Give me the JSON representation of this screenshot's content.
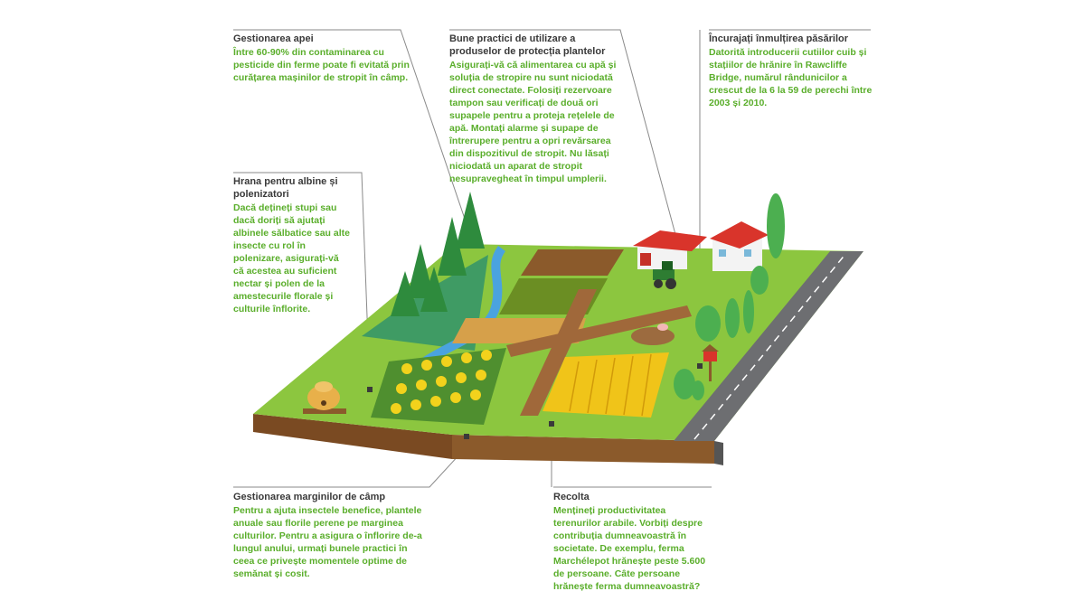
{
  "callouts": {
    "water": {
      "title": "Gestionarea apei",
      "text": "Între 60-90% din contaminarea cu pesticide din ferme poate fi evitată prin curățarea mașinilor de stropit în câmp."
    },
    "practices": {
      "title": "Bune practici de utilizare a produselor de protecția plantelor",
      "text": "Asigurați-vă că alimentarea cu apă și soluția de stropire nu sunt niciodată direct conectate. Folosiți rezervoare tampon sau verificați de două ori supapele pentru a proteja rețelele de apă. Montați alarme și supape de întrerupere pentru a opri revărsarea din dispozitivul de stropit. Nu lăsați niciodată un aparat de stropit nesupravegheat în timpul umplerii."
    },
    "birds": {
      "title": "Încurajați înmulțirea păsărilor",
      "text": "Datorită introducerii cutiilor cuib și stațiilor de hrănire în Rawcliffe Bridge, numărul rândunicilor a crescut de la 6 la 59 de perechi între 2003 și 2010."
    },
    "bees": {
      "title": "Hrana pentru albine și polenizatori",
      "text": "Dacă dețineți stupi sau dacă doriți să ajutați albinele sălbatice sau alte insecte cu rol în polenizare, asigurați-vă că acestea au suficient nectar și polen de la amestecurile florale și culturile înflorite."
    },
    "margins": {
      "title": "Gestionarea marginilor de câmp",
      "text": "Pentru a ajuta insectele benefice, plantele anuale sau florile perene pe marginea culturilor. Pentru a asigura o înflorire de-a lungul anului, urmați bunele practici în ceea ce privește momentele optime de semănat și cosit."
    },
    "harvest": {
      "title": "Recolta",
      "text": "Mențineți productivitatea terenurilor arabile. Vorbiți despre contribuția dumneavoastră în societate. De exemplu, ferma Marchélepot hrănește peste 5.600 de persoane. Câte persoane hrănește ferma dumneavoastră?"
    }
  },
  "colors": {
    "title": "#3a3a3a",
    "text_accent": "#5aae2b",
    "grass": "#8cc63f",
    "soil": "#8b5a2b",
    "road": "#6d6e71",
    "water": "#4aa3df"
  }
}
